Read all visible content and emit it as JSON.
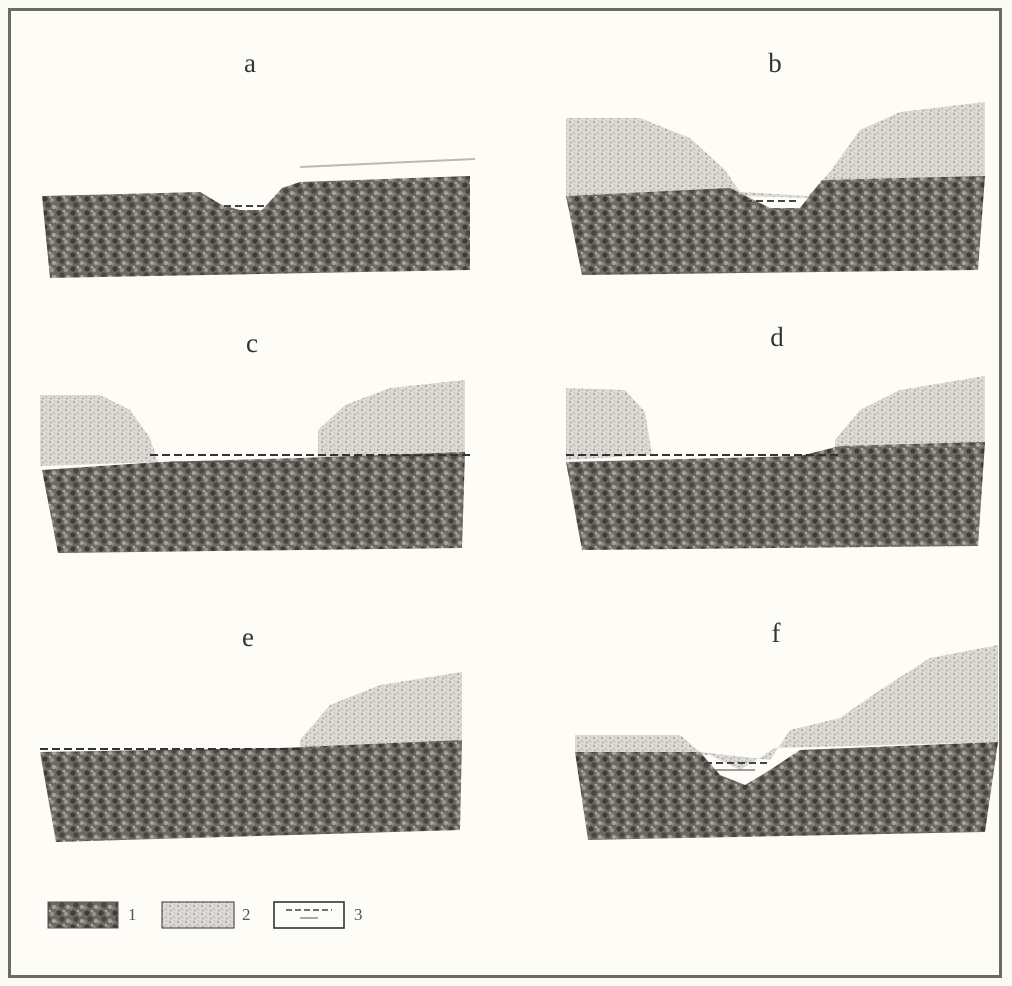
{
  "panels": [
    {
      "label": "a"
    },
    {
      "label": "b"
    },
    {
      "label": "c"
    },
    {
      "label": "d"
    },
    {
      "label": "e"
    },
    {
      "label": "f"
    }
  ],
  "legend": [
    {
      "num": "1",
      "pattern": "coarse-gravel"
    },
    {
      "num": "2",
      "pattern": "fine-sand"
    },
    {
      "num": "3",
      "pattern": "water-level"
    }
  ],
  "colors": {
    "paper": "#fdfcf6",
    "gravel": "#5d5a55",
    "sand": "#c6c4be",
    "frame": "#6b6b66"
  }
}
